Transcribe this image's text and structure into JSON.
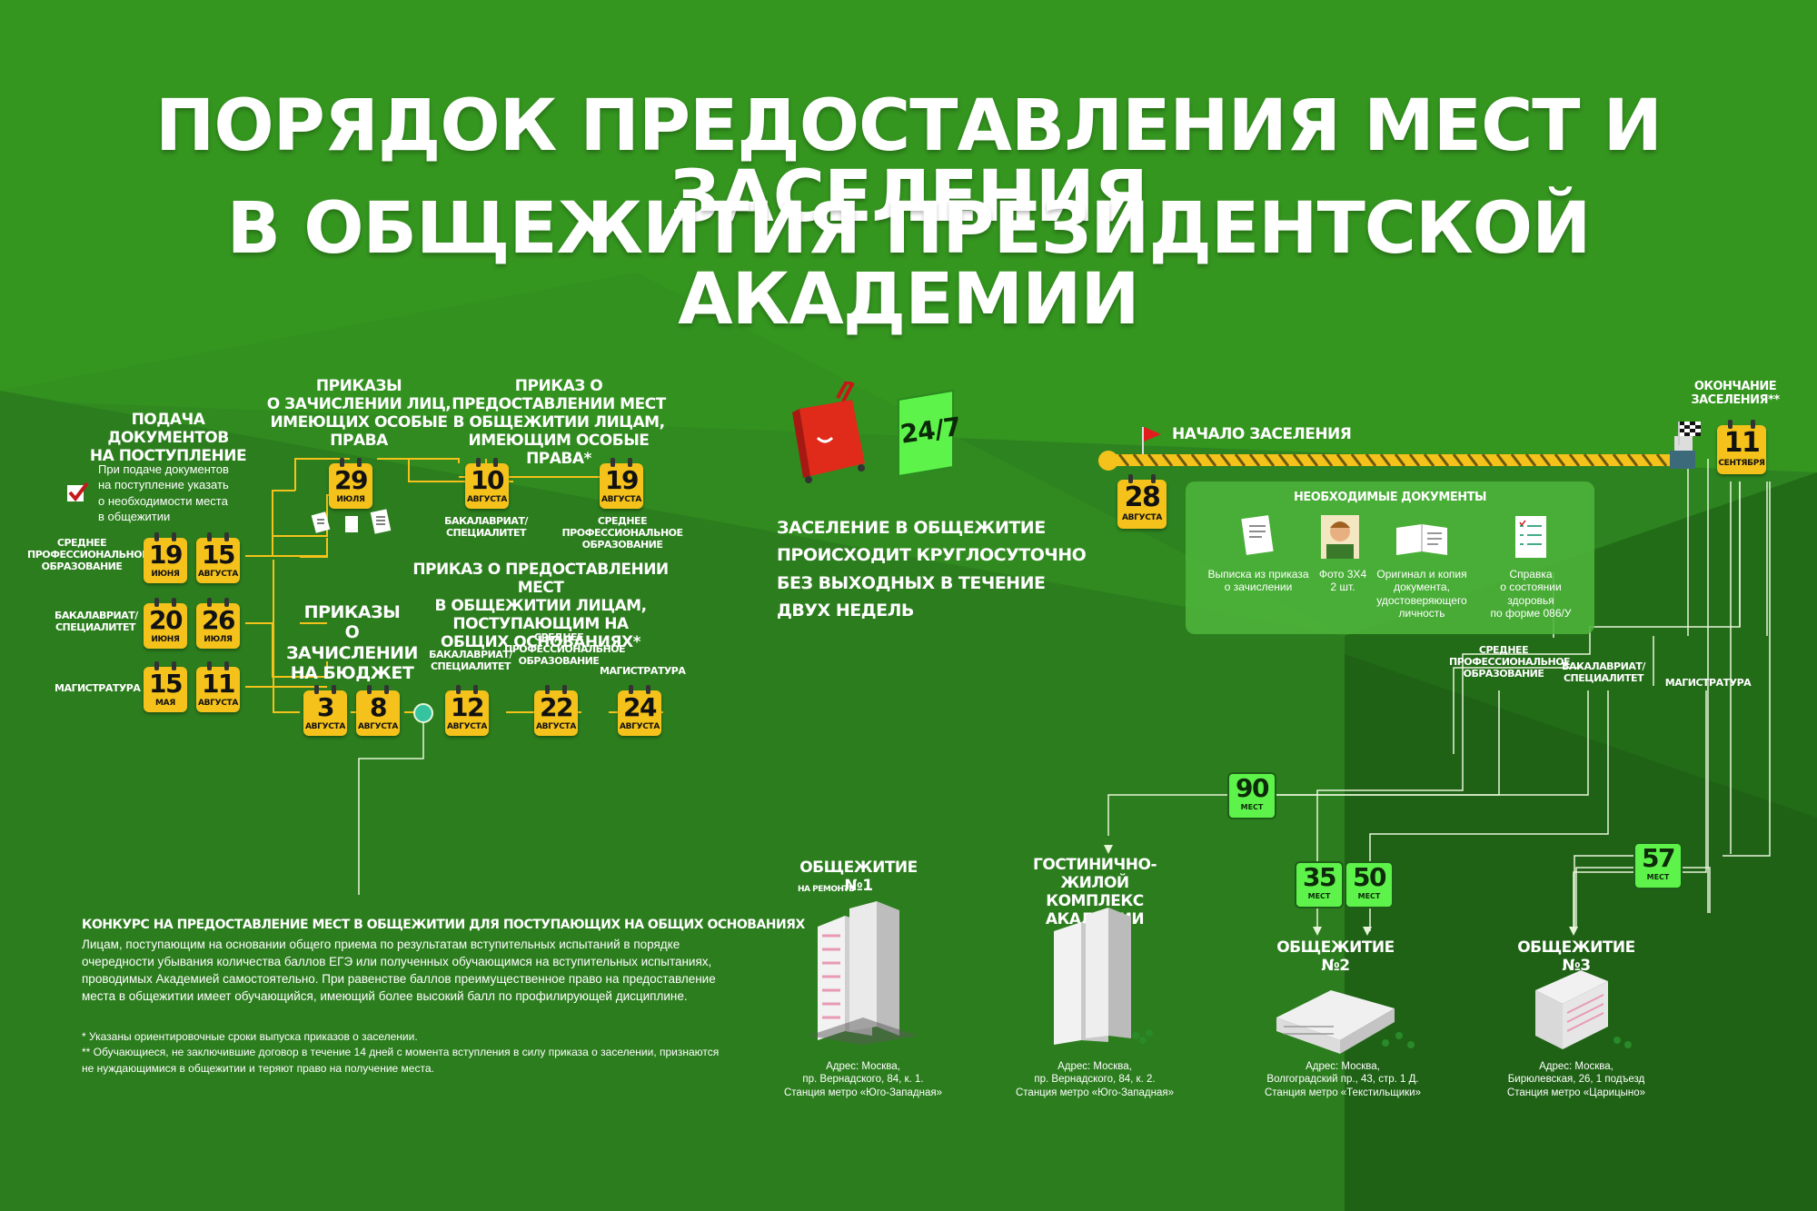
{
  "title": {
    "line1": "ПОРЯДОК ПРЕДОСТАВЛЕНИЯ МЕСТ  И ЗАСЕЛЕНИЯ",
    "line2": "В ОБЩЕЖИТИЯ ПРЕЗИДЕНТСКОЙ АКАДЕМИИ"
  },
  "colors": {
    "bg_dark": "#24731a",
    "bg_light": "#3a9a2a",
    "calendar": "#f5c21b",
    "seat_badge": "#5ef34a",
    "line": "#f5c21b"
  },
  "submission": {
    "heading": "ПОДАЧА ДОКУМЕНТОВ НА ПОСТУПЛЕНИЕ",
    "heading_l1": "ПОДАЧА ДОКУМЕНТОВ",
    "heading_l2": "НА ПОСТУПЛЕНИЕ",
    "note_l1": "При подаче документов",
    "note_l2": "на поступление указать",
    "note_l3": "о необходимости места",
    "note_l4": "в общежитии",
    "rows": [
      {
        "label_l1": "СРЕДНЕЕ",
        "label_l2": "ПРОФЕССИОНАЛЬНОЕ",
        "label_l3": "ОБРАЗОВАНИЕ",
        "d1": "19",
        "m1": "ИЮНЯ",
        "d2": "15",
        "m2": "АВГУСТА"
      },
      {
        "label_l1": "БАКАЛАВРИАТ/",
        "label_l2": "СПЕЦИАЛИТЕТ",
        "d1": "20",
        "m1": "ИЮНЯ",
        "d2": "26",
        "m2": "ИЮЛЯ"
      },
      {
        "label_l1": "МАГИСТРАТУРА",
        "d1": "15",
        "m1": "МАЯ",
        "d2": "11",
        "m2": "АВГУСТА"
      }
    ]
  },
  "special_rights": {
    "heading_l1": "ПРИКАЗЫ",
    "heading_l2": "О ЗАЧИСЛЕНИИ ЛИЦ,",
    "heading_l3": "ИМЕЮЩИХ ОСОБЫЕ ПРАВА",
    "date": {
      "d": "29",
      "m": "ИЮЛЯ"
    }
  },
  "special_dorm": {
    "heading_l1": "ПРИКАЗ О ПРЕДОСТАВЛЕНИИ МЕСТ",
    "heading_l2": "В ОБЩЕЖИТИИ ЛИЦАМ,",
    "heading_l3": "ИМЕЮЩИМ ОСОБЫЕ ПРАВА*",
    "items": [
      {
        "d": "10",
        "m": "АВГУСТА",
        "label_l1": "БАКАЛАВРИАТ/",
        "label_l2": "СПЕЦИАЛИТЕТ"
      },
      {
        "d": "19",
        "m": "АВГУСТА",
        "label_l1": "СРЕДНЕЕ",
        "label_l2": "ПРОФЕССИОНАЛЬНОЕ ОБРАЗОВАНИЕ"
      }
    ]
  },
  "general_dorm": {
    "heading_l1": "ПРИКАЗ О ПРЕДОСТАВЛЕНИИ МЕСТ",
    "heading_l2": "В ОБЩЕЖИТИИ ЛИЦАМ, ПОСТУПАЮЩИМ НА",
    "heading_l3": "ОБЩИХ ОСНОВАНИЯХ*",
    "items": [
      {
        "d": "12",
        "m": "АВГУСТА",
        "label_l1": "БАКАЛАВРИАТ/",
        "label_l2": "СПЕЦИАЛИТЕТ"
      },
      {
        "d": "22",
        "m": "АВГУСТА",
        "label_l1": "СРЕДНЕЕ",
        "label_l2": "ПРОФЕССИОНАЛЬНОЕ",
        "label_l3": "ОБРАЗОВАНИЕ"
      },
      {
        "d": "24",
        "m": "АВГУСТА",
        "label_l1": "МАГИСТРАТУРА"
      }
    ]
  },
  "budget": {
    "heading_l1": "ПРИКАЗЫ",
    "heading_l2": "О ЗАЧИСЛЕНИИ",
    "heading_l3": "НА БЮДЖЕТ",
    "dates": [
      {
        "d": "3",
        "m": "АВГУСТА"
      },
      {
        "d": "8",
        "m": "АВГУСТА"
      }
    ]
  },
  "checkin_info": {
    "badge": "24/7",
    "line1": "ЗАСЕЛЕНИЕ В ОБЩЕЖИТИЕ",
    "line2": "ПРОИСХОДИТ КРУГЛОСУТОЧНО",
    "line3": "БЕЗ ВЫХОДНЫХ В ТЕЧЕНИЕ",
    "line4": "ДВУХ НЕДЕЛЬ"
  },
  "timeline": {
    "start_label": "НАЧАЛО ЗАСЕЛЕНИЯ",
    "start": {
      "d": "28",
      "m": "АВГУСТА"
    },
    "end_label_l1": "ОКОНЧАНИЕ",
    "end_label_l2": "ЗАСЕЛЕНИЯ**",
    "end": {
      "d": "11",
      "m": "СЕНТЯБРЯ"
    }
  },
  "documents": {
    "heading": "НЕОБХОДИМЫЕ ДОКУМЕНТЫ",
    "items": [
      {
        "l1": "Выписка из приказа",
        "l2": "о зачислении"
      },
      {
        "l1": "Фото 3Х4",
        "l2": "2 шт."
      },
      {
        "l1": "Оригинал и копия",
        "l2": "документа,",
        "l3": "удостоверяющего",
        "l4": "личность"
      },
      {
        "l1": "Справка",
        "l2": "о состоянии",
        "l3": "здоровья",
        "l4": "по форме 086/У"
      }
    ]
  },
  "branches": {
    "spo_l1": "СРЕДНЕЕ",
    "spo_l2": "ПРОФЕССИОНАЛЬНОЕ",
    "spo_l3": "ОБРАЗОВАНИЕ",
    "bak_l1": "БАКАЛАВРИАТ/",
    "bak_l2": "СПЕЦИАЛИТЕТ",
    "mag": "МАГИСТРАТУРА"
  },
  "seats": [
    {
      "n": "90",
      "u": "МЕСТ"
    },
    {
      "n": "35",
      "u": "МЕСТ"
    },
    {
      "n": "50",
      "u": "МЕСТ"
    },
    {
      "n": "57",
      "u": "МЕСТ"
    }
  ],
  "dorms": [
    {
      "name": "ОБЩЕЖИТИЕ №1",
      "note": "НА РЕМОНТЕ",
      "a1": "Адрес: Москва,",
      "a2": "пр. Вернадского, 84, к. 1.",
      "a3": "Станция метро «Юго-Западная»"
    },
    {
      "name_l1": "ГОСТИНИЧНО-ЖИЛОЙ",
      "name_l2": "КОМПЛЕКС АКАДЕМИИ",
      "a1": "Адрес: Москва,",
      "a2": "пр. Вернадского, 84, к. 2.",
      "a3": "Станция метро «Юго-Западная»"
    },
    {
      "name": "ОБЩЕЖИТИЕ №2",
      "a1": "Адрес: Москва,",
      "a2": "Волгоградский пр., 43, стр. 1 Д.",
      "a3": "Станция метро «Текстильщики»"
    },
    {
      "name": "ОБЩЕЖИТИЕ №3",
      "a1": "Адрес: Москва,",
      "a2": "Бирюлевская, 26, 1 подъезд",
      "a3": "Станция метро «Царицыно»"
    }
  ],
  "contest": {
    "heading": "КОНКУРС НА ПРЕДОСТАВЛЕНИЕ МЕСТ В ОБЩЕЖИТИИ ДЛЯ ПОСТУПАЮЩИХ НА ОБЩИХ ОСНОВАНИЯХ",
    "p1": "Лицам, поступающим на основании общего приема по результатам вступительных испытаний в порядке",
    "p2": "очередности убывания количества баллов ЕГЭ или полученных обучающимся на вступительных испытаниях,",
    "p3": "проводимых Академией самостоятельно. При равенстве баллов преимущественное право на предоставление",
    "p4": "места в общежитии имеет обучающийся, имеющий более высокий балл по профилирующей дисциплине."
  },
  "footnotes": {
    "f1": "* Указаны ориентировочные сроки выпуска приказов о заселении.",
    "f2a": "** Обучающиеся, не заключившие договор в течение 14 дней с момента вступления в силу приказа о заселении, признаются",
    "f2b": "не нуждающимися в общежитии и теряют право на получение места."
  }
}
